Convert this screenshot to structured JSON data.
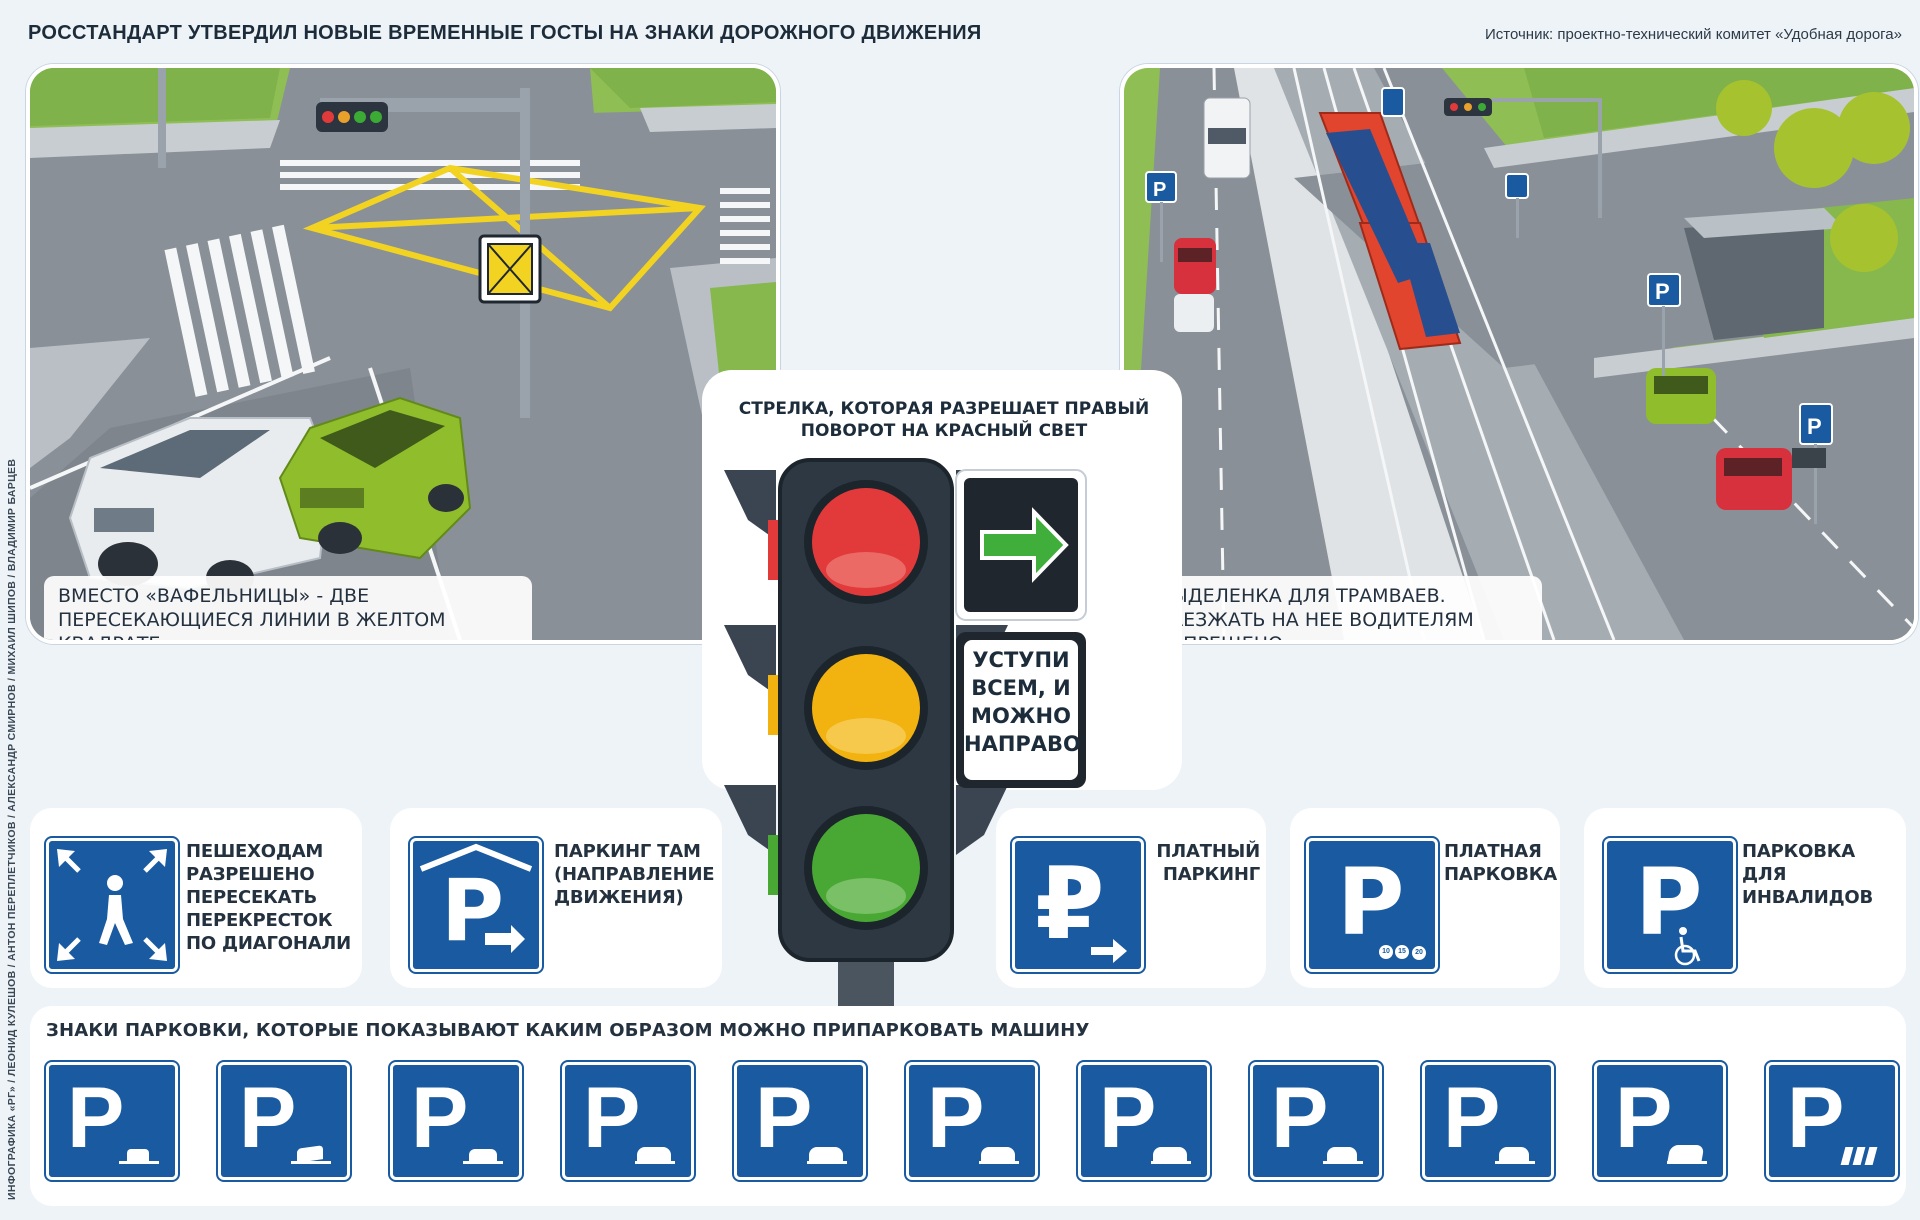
{
  "header": {
    "title": "РОССТАНДАРТ УТВЕРДИЛ НОВЫЕ ВРЕМЕННЫЕ ГОСТЫ НА ЗНАКИ ДОРОЖНОГО ДВИЖЕНИЯ",
    "source": "Источник: проектно-технический комитет «Удобная дорога»"
  },
  "credits": "ИНФОГРАФИКА «РГ» / ЛЕОНИД КУЛЕШОВ / АНТОН ПЕРЕПЛЕТЧИКОВ / АЛЕКСАНДР СМИРНОВ / МИХАИЛ ШИПОВ / ВЛАДИМИР БАРЦЕВ",
  "left_panel": {
    "caption": "ВМЕСТО «ВАФЕЛЬНИЦЫ» - ДВЕ ПЕРЕСЕКАЮЩИЕСЯ ЛИНИИ В ЖЕЛТОМ КВАДРАТЕ"
  },
  "right_panel": {
    "caption": "ВЫДЕЛЕНКА ДЛЯ ТРАМВАЕВ. ЗАЕЗЖАТЬ НА НЕЕ ВОДИТЕЛЯМ ЗАПРЕЩЕНО",
    "sign_letter": "P"
  },
  "traffic_light": {
    "label": "СТРЕЛКА, КОТОРАЯ РАЗРЕШАЕТ ПРАВЫЙ ПОВОРОТ НА КРАСНЫЙ СВЕТ",
    "yield_sign": "УСТУПИ ВСЕМ, И МОЖНО НАПРАВО",
    "colors": {
      "red": "#e23a3a",
      "yellow": "#f2b20f",
      "green": "#49a834",
      "arrow": "#3fae3a"
    }
  },
  "signs": [
    {
      "label": "ПЕШЕХОДАМ РАЗРЕШЕНО ПЕРЕСЕКАТЬ ПЕРЕКРЕСТОК ПО ДИАГОНАЛИ",
      "icon": "pedestrian-diagonal-icon"
    },
    {
      "label": "ПАРКИНГ ТАМ (НАПРАВЛЕНИЕ ДВИЖЕНИЯ)",
      "letter": "P",
      "icon": "parking-direction-icon"
    },
    {
      "label": "ПЛАТНЫЙ ПАРКИНГ",
      "letter": "₽",
      "icon": "paid-parking-icon"
    },
    {
      "label": "ПЛАТНАЯ ПАРКОВКА",
      "letter": "P",
      "icon": "paid-parking-hours-icon",
      "plate": [
        "10",
        "15",
        "20"
      ]
    },
    {
      "label": "ПАРКОВКА ДЛЯ ИНВАЛИДОВ",
      "letter": "P",
      "icon": "disabled-parking-icon"
    }
  ],
  "parking_row": {
    "label": "ЗНАКИ ПАРКОВКИ, КОТОРЫЕ ПОКАЗЫВАЮТ КАКИМ ОБРАЗОМ МОЖНО ПРИПАРКОВАТЬ МАШИНУ",
    "letter": "P",
    "count": 11
  },
  "theme": {
    "sign_blue": "#1a5aa0",
    "road_line": "#f3d321"
  }
}
